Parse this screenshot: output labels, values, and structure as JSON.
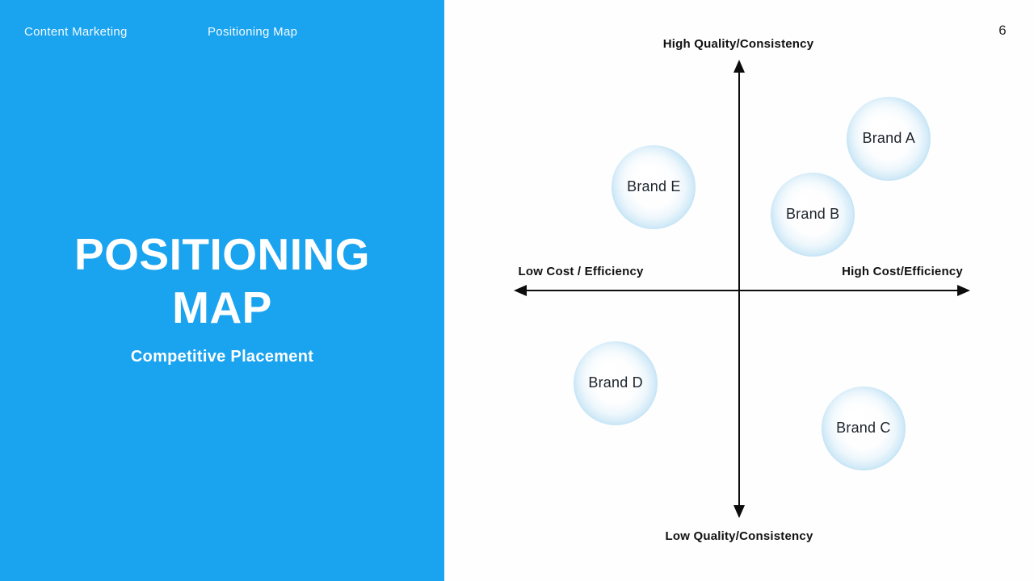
{
  "slide": {
    "page_number": "6",
    "sidebar": {
      "header_category": "Content Marketing",
      "header_topic": "Positioning Map",
      "title_line1": "POSITIONING",
      "title_line2": "MAP",
      "subtitle": "Competitive Placement",
      "background_color": "#1aa3ef",
      "text_color": "#ffffff"
    }
  },
  "chart_data": {
    "type": "scatter",
    "title": "Positioning Map",
    "subtitle": "Competitive Placement",
    "axis_labels": {
      "top": "High Quality/Consistency",
      "bottom": "Low Quality/Consistency",
      "left": "Low Cost / Efficiency",
      "right": "High Cost/Efficiency"
    },
    "x_range": [
      -1,
      1
    ],
    "y_range": [
      -1,
      1
    ],
    "grid": false,
    "legend": false,
    "points": [
      {
        "label": "Brand A",
        "x": 0.65,
        "y": 0.66
      },
      {
        "label": "Brand B",
        "x": 0.32,
        "y": 0.33
      },
      {
        "label": "Brand E",
        "x": -0.38,
        "y": 0.45
      },
      {
        "label": "Brand D",
        "x": -0.55,
        "y": -0.41
      },
      {
        "label": "Brand C",
        "x": 0.54,
        "y": -0.61
      }
    ],
    "bubble_rim_color": "#a6d6f0",
    "bubble_center_color": "#ffffff",
    "axis_color": "#0c0c0c"
  }
}
